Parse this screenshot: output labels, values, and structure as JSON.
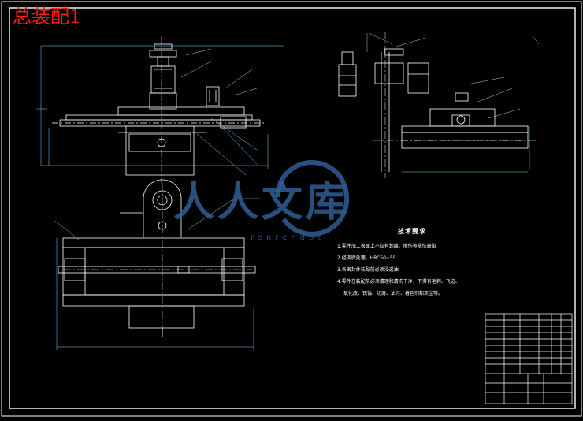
{
  "drawing": {
    "title": "总装配1",
    "colors": {
      "background": "#000000",
      "linework": "#ffffff",
      "dimension": "#7fd4ff",
      "title": "#ff1a1a",
      "watermark": "#2f5f95"
    }
  },
  "technical_notes": {
    "heading": "技术要求",
    "items": [
      "1.零件加工表面上不应有划痕、擦伤等损伤缺陷",
      "2.经调质处理，HRC50~55",
      "3.各密封件装配前必须浸透油",
      "4.零件在装配前必须清理和清洗干净，不得有毛刺、飞边、",
      "氧化皮、锈蚀、切屑、油污、着色剂和灰尘等。"
    ]
  },
  "watermark": {
    "chinese": "人人文库",
    "latin": "renrendoc"
  }
}
